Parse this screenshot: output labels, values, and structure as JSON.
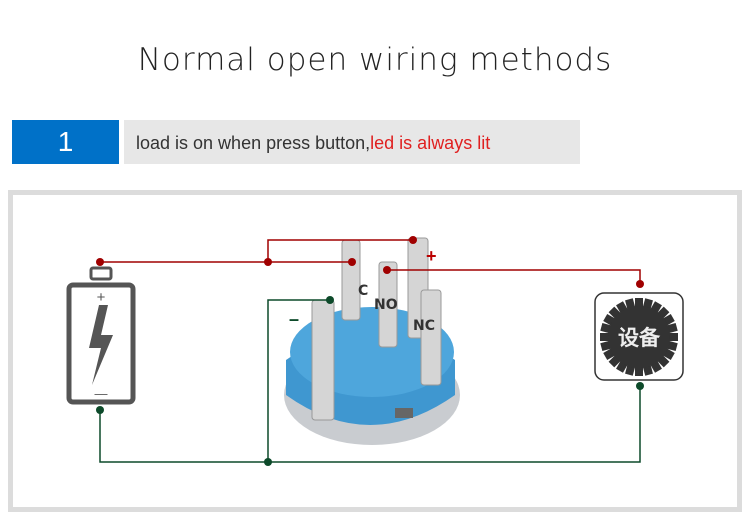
{
  "title": "Normal open wiring methods",
  "step": {
    "number": "1",
    "text": "load is on when press button,",
    "highlight": "led  is always lit"
  },
  "diagram": {
    "terminals": {
      "c": "C",
      "no": "NO",
      "nc": "NC"
    },
    "battery": {
      "plus": "+",
      "minus": "—"
    },
    "led_plus": "+",
    "led_minus": "–",
    "device_label": "设备",
    "colors": {
      "positive_wire": "#a00000",
      "negative_wire": "#0d4a2a",
      "accent": "#0071c8",
      "highlight": "#e02020",
      "switch_body": "#3f97d0"
    }
  }
}
